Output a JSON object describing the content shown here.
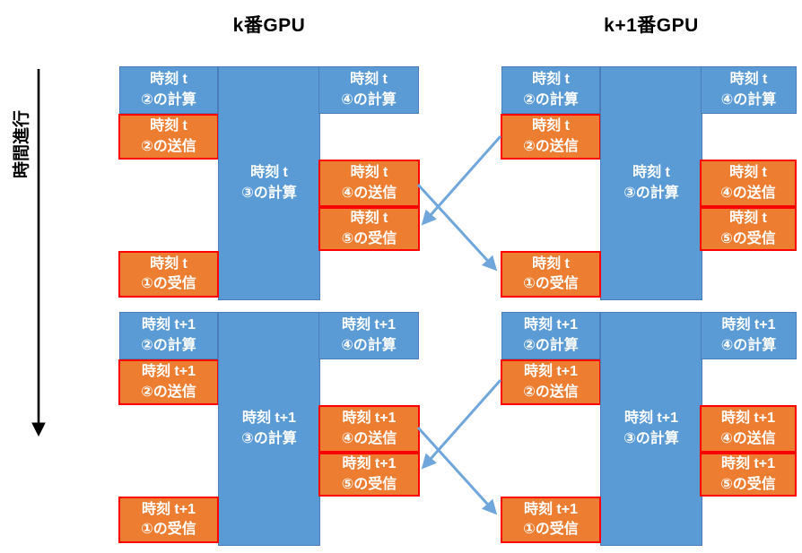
{
  "headers": {
    "left_gpu": "k番GPU",
    "right_gpu": "k+1番GPU"
  },
  "time_axis": {
    "label": "時間進行",
    "direction": "down"
  },
  "colors": {
    "compute_fill": "#5B9BD5",
    "compute_border": "#4A7EBB",
    "comm_fill": "#ED7D31",
    "comm_border": "#FF0000",
    "arrow": "#6FA7DC",
    "axis": "#000000"
  },
  "blocks": [
    {
      "gpu": "k",
      "time": "t",
      "boxes": {
        "calc2": {
          "line1": "時刻 t",
          "line2": "②の計算"
        },
        "send2": {
          "line1": "時刻 t",
          "line2": "②の送信"
        },
        "calc3": {
          "line1": "時刻 t",
          "line2": "③の計算"
        },
        "calc4": {
          "line1": "時刻 t",
          "line2": "④の計算"
        },
        "send4": {
          "line1": "時刻 t",
          "line2": "④の送信"
        },
        "recv5": {
          "line1": "時刻 t",
          "line2": "⑤の受信"
        },
        "recv1": {
          "line1": "時刻 t",
          "line2": "①の受信"
        }
      }
    },
    {
      "gpu": "k",
      "time": "t+1",
      "boxes": {
        "calc2": {
          "line1": "時刻 t+1",
          "line2": "②の計算"
        },
        "send2": {
          "line1": "時刻 t+1",
          "line2": "②の送信"
        },
        "calc3": {
          "line1": "時刻 t+1",
          "line2": "③の計算"
        },
        "calc4": {
          "line1": "時刻 t+1",
          "line2": "④の計算"
        },
        "send4": {
          "line1": "時刻 t+1",
          "line2": "④の送信"
        },
        "recv5": {
          "line1": "時刻 t+1",
          "line2": "⑤の受信"
        },
        "recv1": {
          "line1": "時刻 t+1",
          "line2": "①の受信"
        }
      }
    },
    {
      "gpu": "k+1",
      "time": "t",
      "boxes": {
        "calc2": {
          "line1": "時刻 t",
          "line2": "②の計算"
        },
        "send2": {
          "line1": "時刻 t",
          "line2": "②の送信"
        },
        "calc3": {
          "line1": "時刻 t",
          "line2": "③の計算"
        },
        "calc4": {
          "line1": "時刻 t",
          "line2": "④の計算"
        },
        "send4": {
          "line1": "時刻 t",
          "line2": "④の送信"
        },
        "recv5": {
          "line1": "時刻 t",
          "line2": "⑤の受信"
        },
        "recv1": {
          "line1": "時刻 t",
          "line2": "①の受信"
        }
      }
    },
    {
      "gpu": "k+1",
      "time": "t+1",
      "boxes": {
        "calc2": {
          "line1": "時刻 t+1",
          "line2": "②の計算"
        },
        "send2": {
          "line1": "時刻 t+1",
          "line2": "②の送信"
        },
        "calc3": {
          "line1": "時刻 t+1",
          "line2": "③の計算"
        },
        "calc4": {
          "line1": "時刻 t+1",
          "line2": "④の計算"
        },
        "send4": {
          "line1": "時刻 t+1",
          "line2": "④の送信"
        },
        "recv5": {
          "line1": "時刻 t+1",
          "line2": "⑤の受信"
        },
        "recv1": {
          "line1": "時刻 t+1",
          "line2": "①の受信"
        }
      }
    }
  ],
  "arrows": [
    {
      "from": "GPU k 時刻t ④の送信",
      "to": "GPU k+1 時刻t ①の受信"
    },
    {
      "from": "GPU k+1 時刻t ②の送信",
      "to": "GPU k 時刻t ⑤の受信"
    },
    {
      "from": "GPU k 時刻t+1 ④の送信",
      "to": "GPU k+1 時刻t+1 ①の受信"
    },
    {
      "from": "GPU k+1 時刻t+1 ②の送信",
      "to": "GPU k 時刻t+1 ⑤の受信"
    }
  ]
}
